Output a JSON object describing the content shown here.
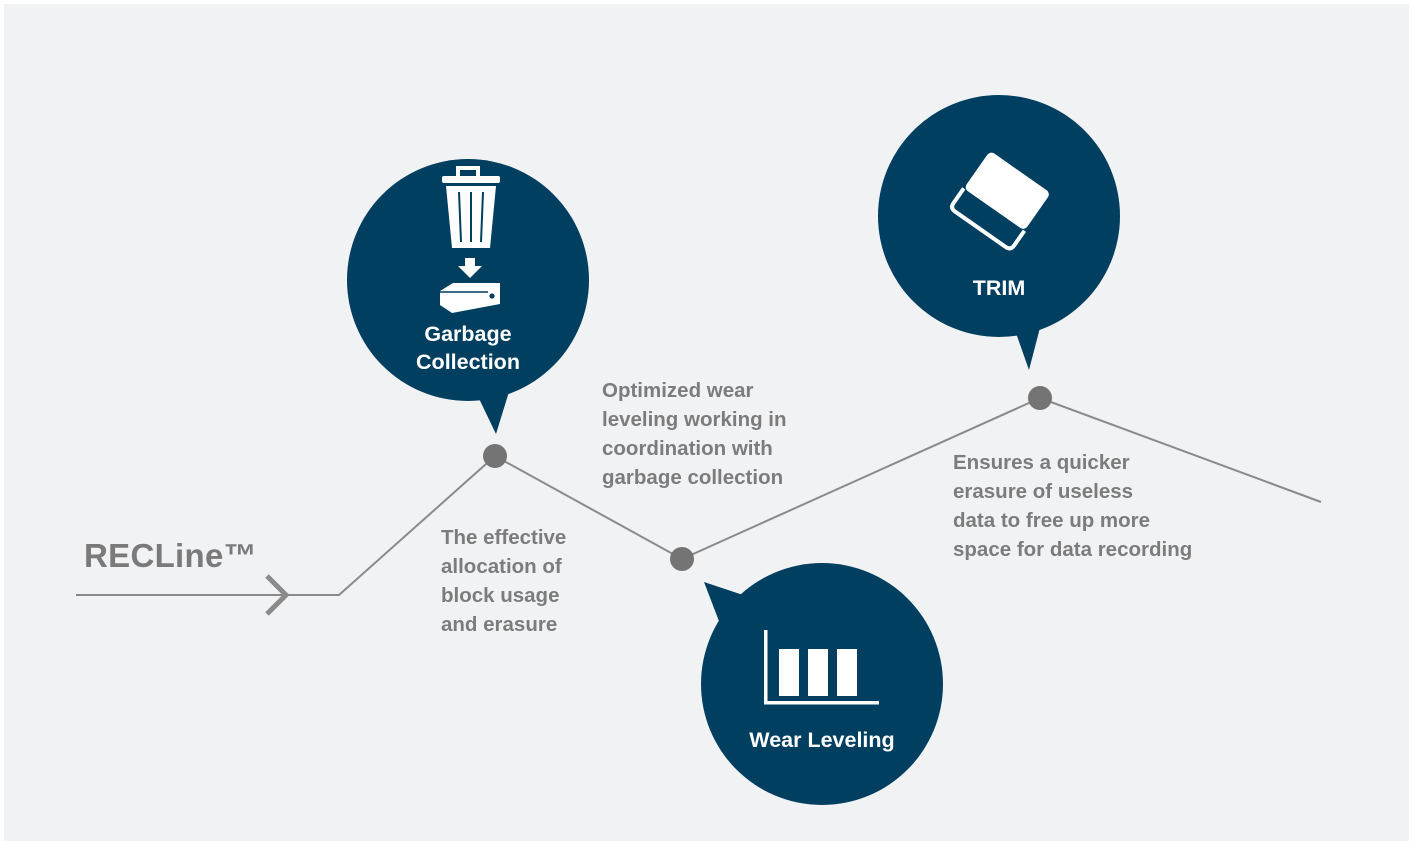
{
  "brand": {
    "name": "RECLine™"
  },
  "features": [
    {
      "id": "garbage-collection",
      "label": "Garbage\nCollection",
      "icon": "trash-to-drive-icon",
      "description": "The effective\nallocation of\nblock usage\nand erasure"
    },
    {
      "id": "wear-leveling",
      "label": "Wear Leveling",
      "icon": "bar-chart-icon",
      "description": "Optimized wear\nleveling working in\ncoordination with\ngarbage collection"
    },
    {
      "id": "trim",
      "label": "TRIM",
      "icon": "eraser-icon",
      "description": "Ensures a quicker\nerasure of useless\ndata to free up more\nspace for data recording"
    }
  ],
  "colors": {
    "bubble": "#003f60",
    "line": "#8a8a8a",
    "node": "#747474",
    "text": "#7c7c7c",
    "background": "#f1f2f4"
  }
}
